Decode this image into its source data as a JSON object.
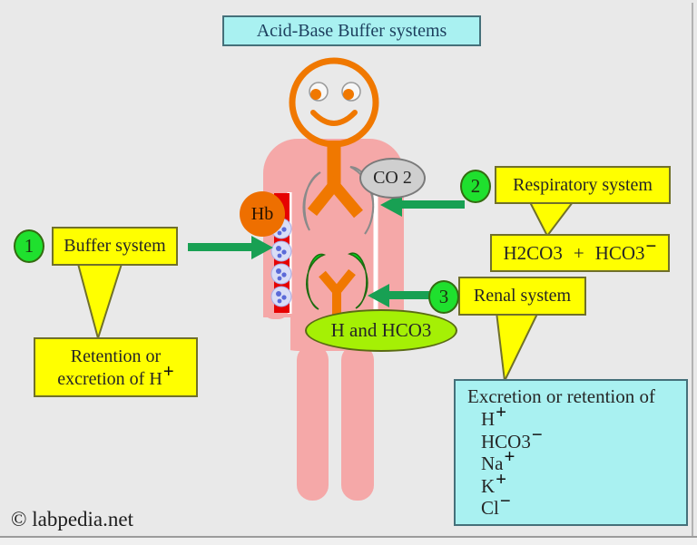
{
  "page": {
    "title": "Acid-Base Buffer systems",
    "watermark": "© labpedia.net"
  },
  "figure_labels": {
    "hemoglobin": "Hb",
    "carbon_dioxide": "CO 2",
    "kidney_output": "H and HCO3"
  },
  "systems": [
    {
      "number": "1",
      "name": "Buffer system"
    },
    {
      "number": "2",
      "name": "Respiratory system"
    },
    {
      "number": "3",
      "name": "Renal system"
    }
  ],
  "buffer_note": {
    "line1": "Retention or",
    "line2": "excretion of H",
    "sign": "+"
  },
  "respiratory_note": {
    "term1": "H2CO3",
    "operator": "+",
    "term2": "HCO3",
    "sign": "−"
  },
  "renal_note": {
    "heading": "Excretion or retention of",
    "ions": [
      {
        "symbol": "H",
        "sign": "+"
      },
      {
        "symbol": "HCO3",
        "sign": "−"
      },
      {
        "symbol": "Na",
        "sign": "+"
      },
      {
        "symbol": "K",
        "sign": "+"
      },
      {
        "symbol": "Cl",
        "sign": "−"
      }
    ]
  },
  "colors": {
    "background": "#e9e9e9",
    "highlight_yellow": "#ffff00",
    "highlight_cyan": "#a9f1f1",
    "arrow_green": "#18a053",
    "badge_green": "#1fe02e",
    "body_pink": "#f5a8a8",
    "figure_orange": "#f07800",
    "blood_red": "#e60202",
    "kidney_green": "#00d41b",
    "output_chartreuse": "#a5f005",
    "lung_gray": "#c9c9c9"
  }
}
